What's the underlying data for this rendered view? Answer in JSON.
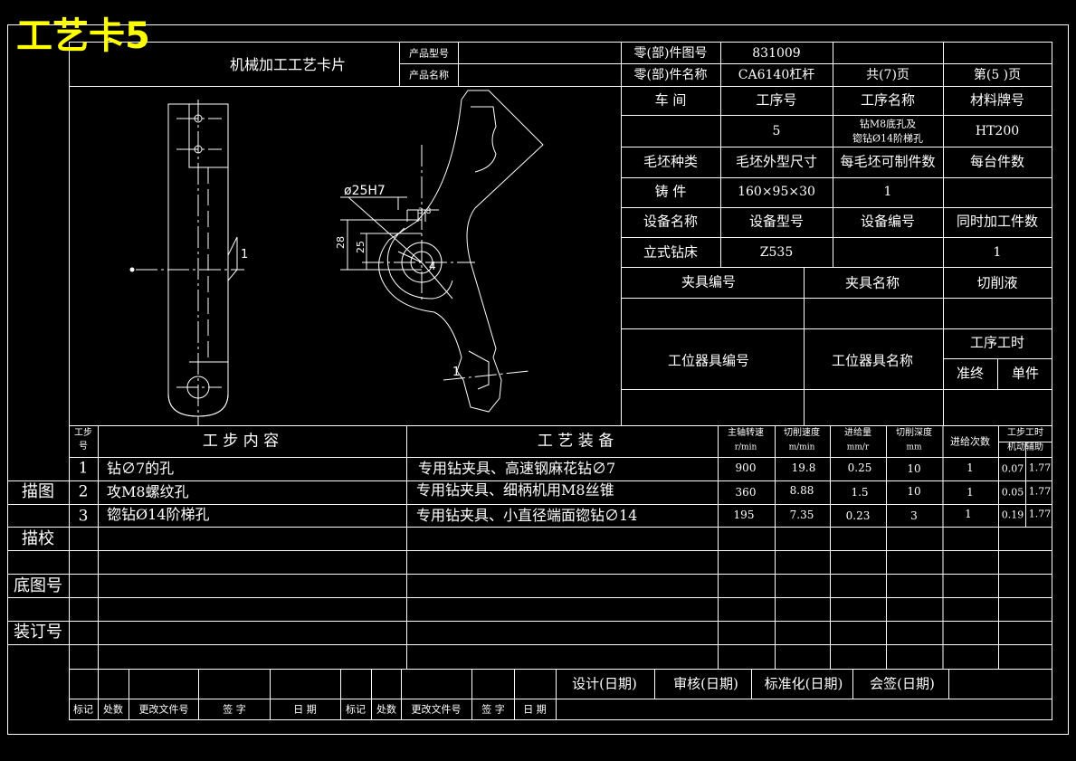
{
  "banner": "工艺卡5",
  "card_title": "机械加工工艺卡片",
  "header": {
    "product_model_label": "产品型号",
    "product_name_label": "产品名称",
    "part_no_label": "零(部)件图号",
    "part_no_value": "831009",
    "part_name_label": "零(部)件名称",
    "part_name_value": "CA6140杠杆",
    "total_pages": "共(7)页",
    "page_no": "第(5 )页"
  },
  "info": {
    "workshop_label": "车  间",
    "process_no_label": "工序号",
    "process_name_label": "工序名称",
    "material_label": "材料牌号",
    "process_no": "5",
    "process_name_line1": "钻M8底孔及",
    "process_name_line2": "锪钻Ø14阶梯孔",
    "material": "HT200",
    "blank_type_label": "毛坯种类",
    "blank_size_label": "毛坯外型尺寸",
    "parts_per_blank_label": "每毛坯可制件数",
    "parts_per_machine_label": "每台件数",
    "blank_type": "铸  件",
    "blank_size": "160×95×30",
    "parts_per_blank": "1",
    "equip_name_label": "设备名称",
    "equip_model_label": "设备型号",
    "equip_no_label": "设备编号",
    "simul_parts_label": "同时加工件数",
    "equip_name": "立式钻床",
    "equip_model": "Z535",
    "simul_parts": "1",
    "fixture_no_label": "夹具编号",
    "fixture_name_label": "夹具名称",
    "coolant_label": "切削液",
    "station_tool_no_label": "工位器具编号",
    "station_tool_name_label": "工位器具名称",
    "process_time_label": "工序工时",
    "prep_end_label": "准终",
    "unit_label": "单件"
  },
  "drawing": {
    "dim_bore": "ø25H7",
    "dim_28": "28",
    "dim_25": "25",
    "dim_38": "3.8",
    "mark_4": "4",
    "mark_1a": "1",
    "mark_1b": "1"
  },
  "steps_table": {
    "h_step_line1": "工步",
    "h_step_line2": "号",
    "h_content": "工  步  内  容",
    "h_equip": "工  艺  装  备",
    "h_speed_line1": "主轴转速",
    "h_speed_line2": "r/min",
    "h_vc_line1": "切削速度",
    "h_vc_line2": "m/min",
    "h_feed_line1": "进给量",
    "h_feed_line2": "mm/r",
    "h_depth_line1": "切削深度",
    "h_depth_line2": "mm",
    "h_passes": "进给次数",
    "h_time_line1": "工步工时",
    "h_time_line2": "机动辅助",
    "rows": [
      {
        "no": "1",
        "content": "钻∅7的孔",
        "equip": "专用钻夹具、高速钢麻花钻∅7",
        "speed": "900",
        "vc": "19.8",
        "feed": "0.25",
        "depth": "10",
        "passes": "1",
        "tm": "0.07",
        "ta": "1.77"
      },
      {
        "no": "2",
        "content": "攻M8螺纹孔",
        "equip": "专用钻夹具、细柄机用M8丝锥",
        "speed": "360",
        "vc": "8.88",
        "feed": "1.5",
        "depth": "10",
        "passes": "1",
        "tm": "0.05",
        "ta": "1.77"
      },
      {
        "no": "3",
        "content": "锪钻Ø14阶梯孔",
        "equip": "专用钻夹具、小直径端面锪钻∅14",
        "speed": "195",
        "vc": "7.35",
        "feed": "0.23",
        "depth": "3",
        "passes": "1",
        "tm": "0.19",
        "ta": "1.77"
      }
    ]
  },
  "side_labels": {
    "draw": "描图",
    "check": "描校",
    "base_no": "底图号",
    "binding_no": "装订号"
  },
  "signoff": {
    "design": "设计(日期)",
    "review": "审核(日期)",
    "standard": "标准化(日期)",
    "countersign": "会签(日期)"
  },
  "revision": {
    "mark": "标记",
    "count": "处数",
    "doc_no": "更改文件号",
    "sign": "签  字",
    "date": "日  期",
    "mark2": "标记",
    "count2": "处数",
    "doc_no2": "更改文件号",
    "sign2": "签 字",
    "date2": "日 期"
  },
  "colors": {
    "background": "#000000",
    "lines": "#ffffff",
    "banner": "#ffff00"
  }
}
